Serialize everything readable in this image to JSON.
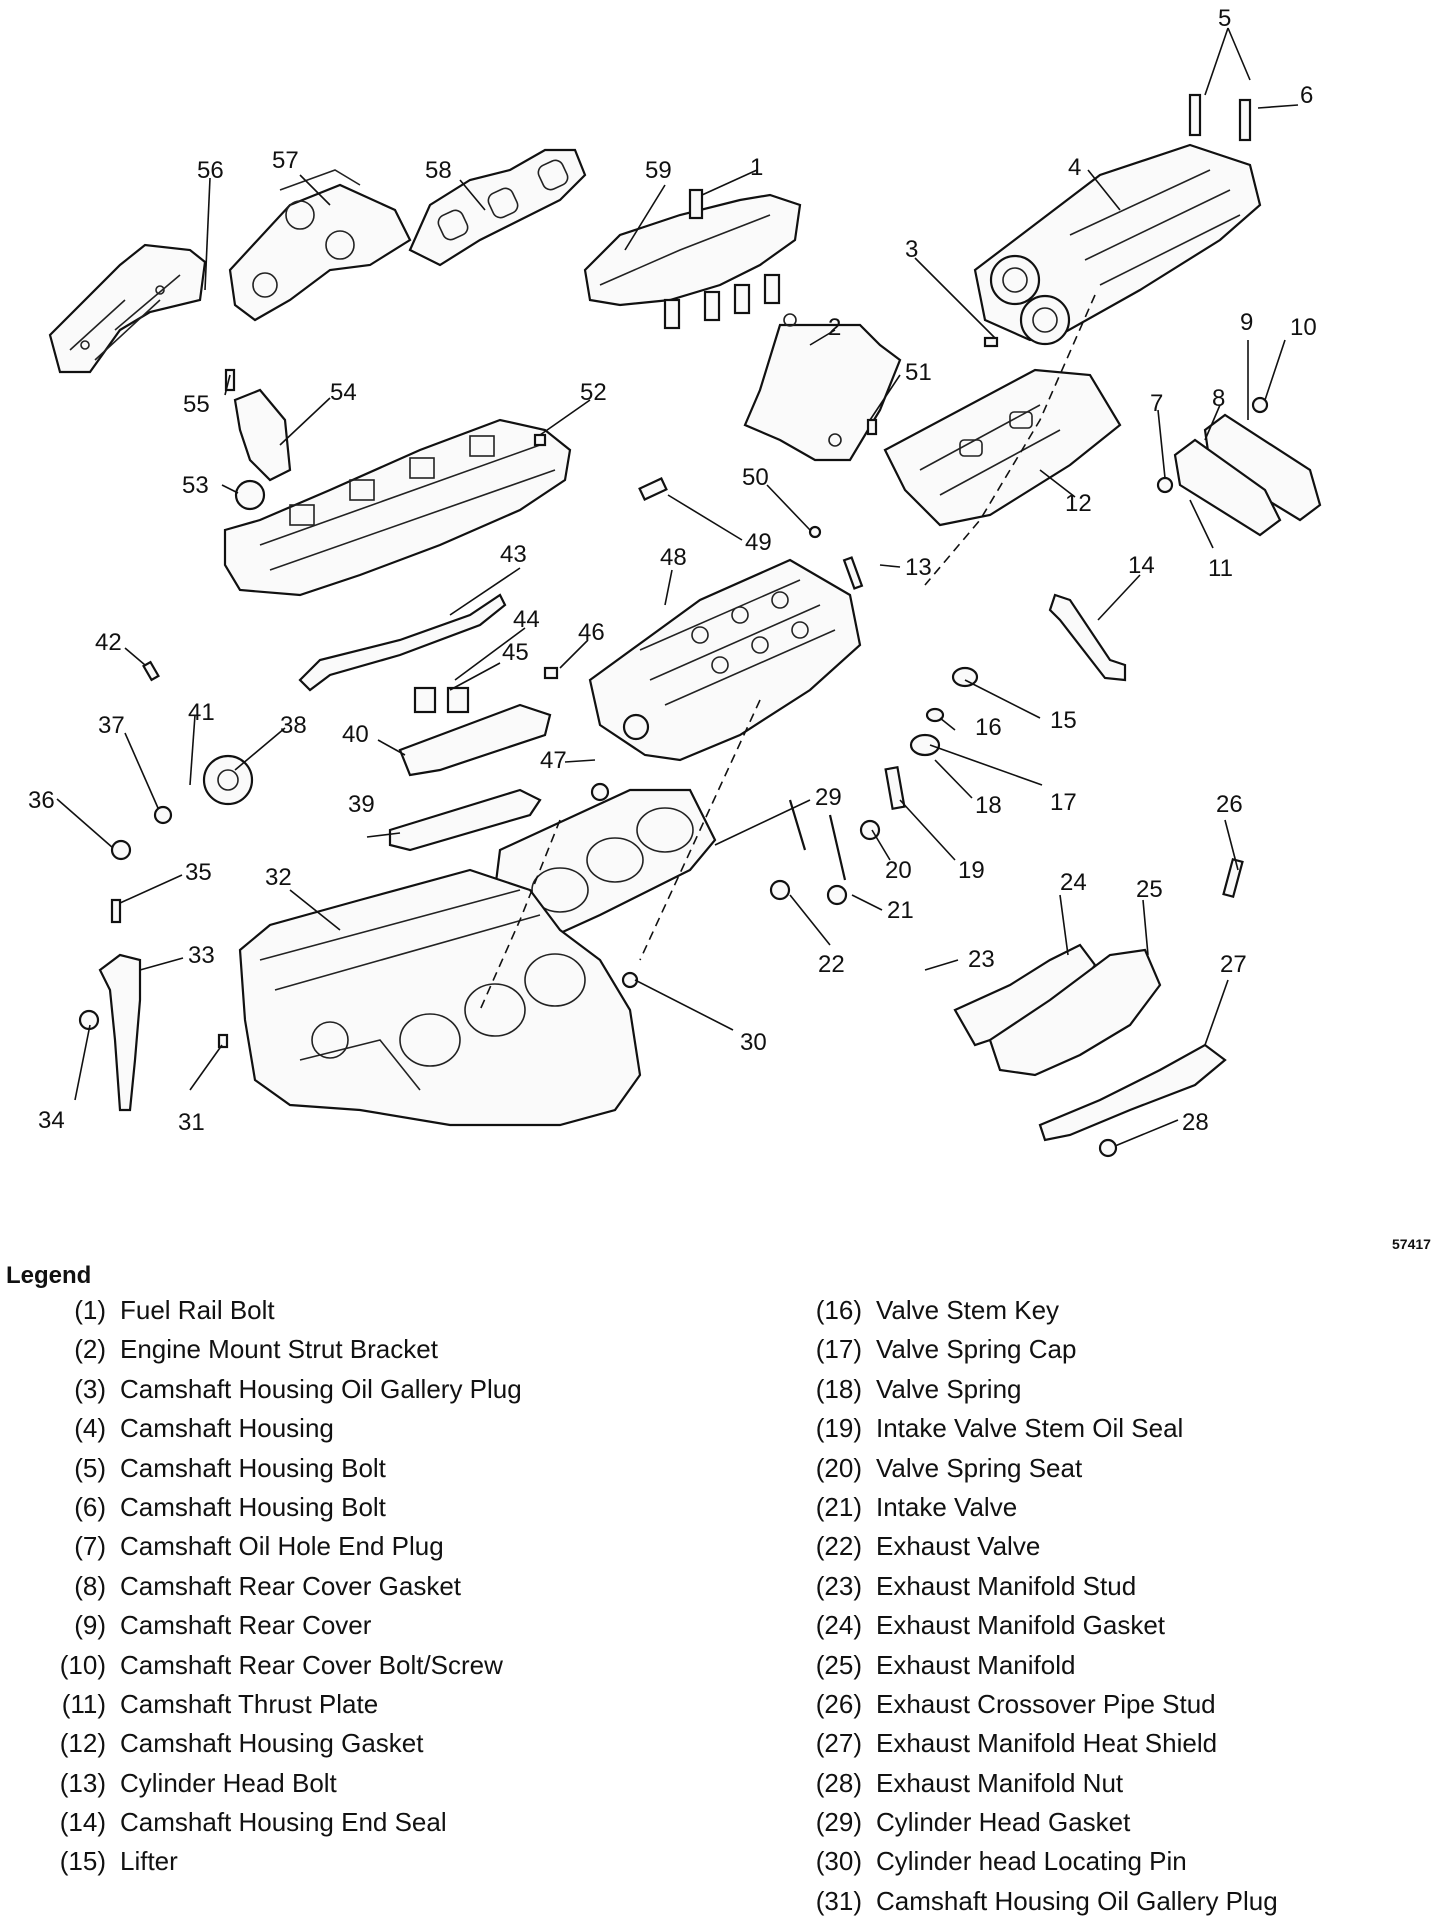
{
  "figure_id": "57417",
  "legend_title": "Legend",
  "callouts": [
    "1",
    "2",
    "3",
    "4",
    "5",
    "6",
    "7",
    "8",
    "9",
    "10",
    "11",
    "12",
    "13",
    "14",
    "15",
    "16",
    "17",
    "18",
    "19",
    "20",
    "21",
    "22",
    "23",
    "24",
    "25",
    "26",
    "27",
    "28",
    "29",
    "30",
    "31",
    "32",
    "33",
    "34",
    "35",
    "36",
    "37",
    "38",
    "39",
    "40",
    "41",
    "42",
    "43",
    "44",
    "45",
    "46",
    "47",
    "48",
    "49",
    "50",
    "51",
    "52",
    "53",
    "54",
    "55",
    "56",
    "57",
    "58",
    "59"
  ],
  "legend_left": [
    {
      "num": "(1)",
      "label": "Fuel Rail Bolt"
    },
    {
      "num": "(2)",
      "label": "Engine Mount Strut Bracket"
    },
    {
      "num": "(3)",
      "label": "Camshaft Housing Oil Gallery Plug"
    },
    {
      "num": "(4)",
      "label": "Camshaft Housing"
    },
    {
      "num": "(5)",
      "label": "Camshaft Housing Bolt"
    },
    {
      "num": "(6)",
      "label": "Camshaft Housing Bolt"
    },
    {
      "num": "(7)",
      "label": "Camshaft Oil Hole End Plug"
    },
    {
      "num": "(8)",
      "label": "Camshaft Rear Cover Gasket"
    },
    {
      "num": "(9)",
      "label": "Camshaft Rear Cover"
    },
    {
      "num": "(10)",
      "label": "Camshaft Rear Cover Bolt/Screw"
    },
    {
      "num": "(11)",
      "label": "Camshaft Thrust Plate"
    },
    {
      "num": "(12)",
      "label": "Camshaft Housing Gasket"
    },
    {
      "num": "(13)",
      "label": "Cylinder Head Bolt"
    },
    {
      "num": "(14)",
      "label": "Camshaft Housing End Seal"
    },
    {
      "num": "(15)",
      "label": "Lifter"
    }
  ],
  "legend_right": [
    {
      "num": "(16)",
      "label": "Valve Stem Key"
    },
    {
      "num": "(17)",
      "label": "Valve Spring Cap"
    },
    {
      "num": "(18)",
      "label": "Valve Spring"
    },
    {
      "num": "(19)",
      "label": "Intake Valve Stem Oil Seal"
    },
    {
      "num": "(20)",
      "label": "Valve Spring Seat"
    },
    {
      "num": "(21)",
      "label": "Intake Valve"
    },
    {
      "num": "(22)",
      "label": "Exhaust Valve"
    },
    {
      "num": "(23)",
      "label": "Exhaust Manifold Stud"
    },
    {
      "num": "(24)",
      "label": "Exhaust Manifold Gasket"
    },
    {
      "num": "(25)",
      "label": "Exhaust Manifold"
    },
    {
      "num": "(26)",
      "label": "Exhaust Crossover Pipe Stud"
    },
    {
      "num": "(27)",
      "label": "Exhaust Manifold Heat Shield"
    },
    {
      "num": "(28)",
      "label": "Exhaust Manifold Nut"
    },
    {
      "num": "(29)",
      "label": "Cylinder Head Gasket"
    },
    {
      "num": "(30)",
      "label": "Cylinder head Locating Pin"
    },
    {
      "num": "(31)",
      "label": "Camshaft Housing Oil Gallery Plug"
    }
  ]
}
